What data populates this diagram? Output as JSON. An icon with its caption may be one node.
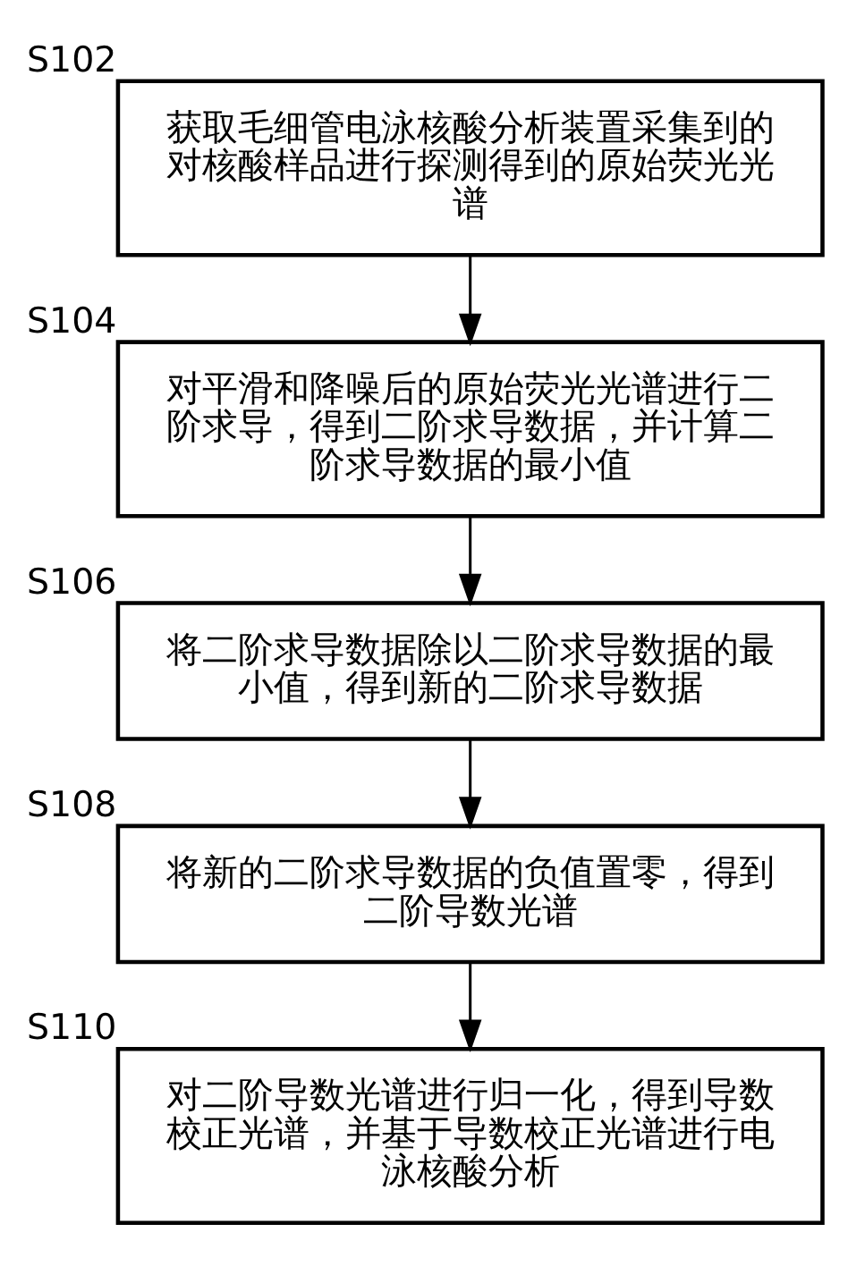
{
  "diagram": {
    "nodes": [
      {
        "text": [
          "获取毛细管电泳核酸分析装置采集到的对核酸样品进行探测得到的原始荧光光谱"
        ],
        "beside": [
          "S102"
        ]
      },
      {
        "text": [
          "对平滑和降噪后的原始荧光光谱进行二阶求导，得到二阶求导数据，并计算二阶求导数据的最小值"
        ],
        "beside": [
          "S104"
        ]
      },
      {
        "text": [
          "将二阶求导数据除以二阶求导数据的最小值，得到新的二阶求导数据"
        ],
        "beside": [
          "S106"
        ]
      },
      {
        "text": [
          "将新的二阶求导数据的负值置零，得到二阶导数光谱"
        ],
        "beside": [
          "S108"
        ]
      },
      {
        "text": [
          "对二阶导数光谱进行归一化，得到导数校正光谱，并基于导数校正光谱进行电泳核酸分析"
        ],
        "beside": [
          "S110"
        ]
      }
    ],
    "edges": [
      {
        "from": 0,
        "to": 1,
        "arrow": "to"
      },
      {
        "from": 1,
        "to": 2,
        "arrow": "to"
      },
      {
        "from": 2,
        "to": 3,
        "arrow": "to"
      },
      {
        "from": 3,
        "to": 4,
        "arrow": "to"
      }
    ]
  }
}
